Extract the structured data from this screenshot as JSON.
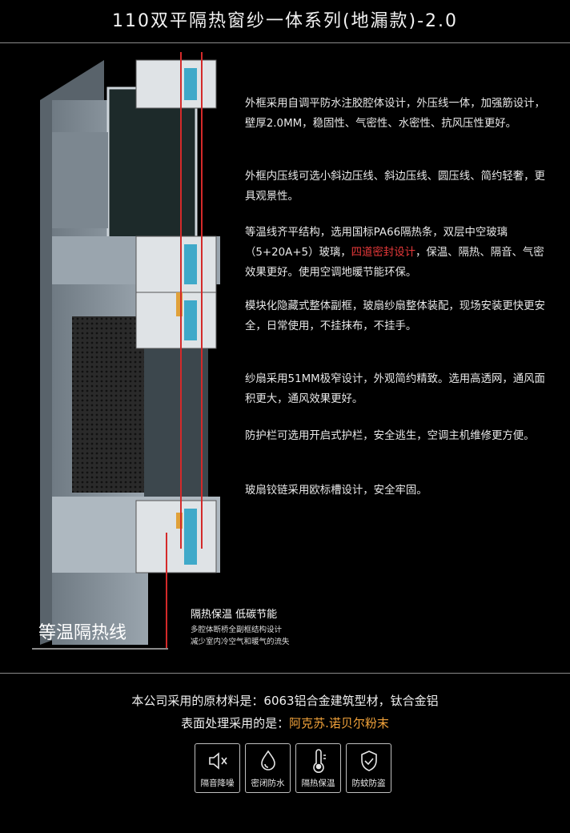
{
  "title": "110双平隔热窗纱一体系列(地漏款)-2.0",
  "descriptions": [
    {
      "parts": [
        "外框采用自调平防水注胶腔体设计，外压线一体，加强筋设计，壁厚2.0MM，稳固性、气密性、水密性、抗风压性更好。"
      ]
    },
    {
      "parts": [
        "外框内压线可选小斜边压线、斜边压线、圆压线、简约轻奢，更具观景性。"
      ]
    },
    {
      "parts": [
        "等温线齐平结构，选用国标PA66隔热条，双层中空玻璃（5+20A+5）玻璃，",
        "四道密封设计",
        "，保温、隔热、隔音、气密效果更好。使用空调地暖节能环保。"
      ]
    },
    {
      "parts": [
        "模块化隐藏式整体副框，玻扇纱扇整体装配，现场安装更快更安全，日常使用，不挂抹布，不挂手。"
      ]
    },
    {
      "parts": [
        "纱扇采用51MM极窄设计，外观简约精致。选用高透网，通风面积更大，通风效果更好。"
      ]
    },
    {
      "parts": [
        "防护栏可选用开启式护栏，安全逃生，空调主机维修更方便。"
      ]
    },
    {
      "parts": [
        "玻扇铰链采用欧标槽设计，安全牢固。"
      ]
    }
  ],
  "isoline_label": "等温隔热线",
  "note": {
    "heading": "隔热保温 低碳节能",
    "line1": "多腔体断桥全副框结构设计",
    "line2": "减少室内冷空气和暖气的流失"
  },
  "material": {
    "line1": "本公司采用的原材料是：6063铝合金建筑型材，钛合金铝",
    "line2_prefix": "表面处理采用的是：",
    "line2_highlight": "阿克苏.诺贝尔粉末"
  },
  "features": [
    {
      "icon": "speaker-mute-icon",
      "label": "隔音降噪"
    },
    {
      "icon": "water-drop-icon",
      "label": "密闭防水"
    },
    {
      "icon": "thermometer-icon",
      "label": "隔热保温"
    },
    {
      "icon": "shield-check-icon",
      "label": "防蚊防盗"
    }
  ],
  "colors": {
    "background": "#000000",
    "highlight_red": "#e8393a",
    "highlight_orange": "#f1a23a",
    "isoline_red": "#d42a2a",
    "profile_grey": "#8f9aa3",
    "thermal_break_blue": "#3fa9c9"
  }
}
